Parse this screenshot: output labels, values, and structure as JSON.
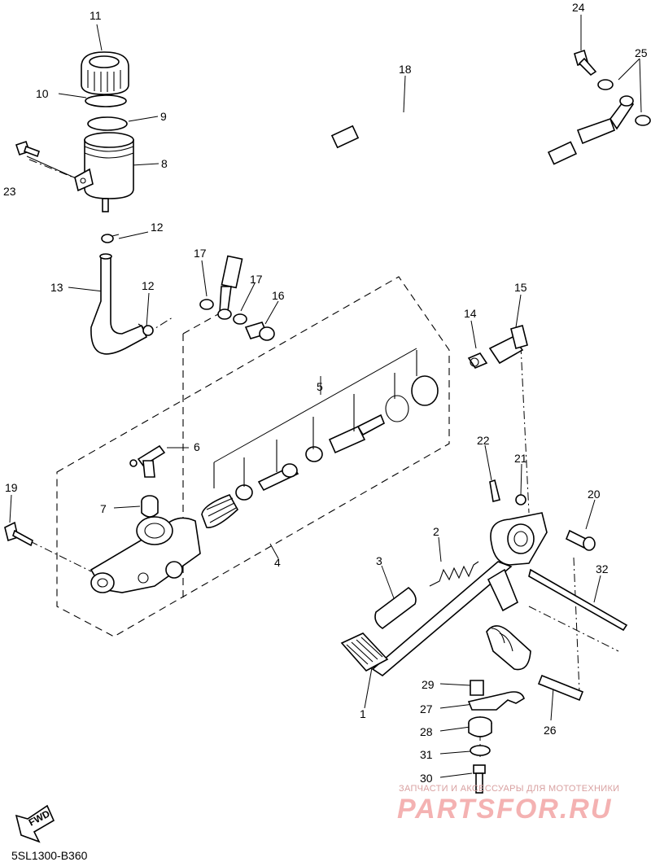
{
  "diagram_code": "5SL1300-B360",
  "fwd_label": "FWD",
  "watermark": {
    "tagline": "ЗАПЧАСТИ И АКСЕССУАРЫ ДЛЯ МОТОТЕХНИКИ",
    "logo": "PARTSFOR.RU"
  },
  "callouts": [
    {
      "id": "c11",
      "label": "11"
    },
    {
      "id": "c10",
      "label": "10"
    },
    {
      "id": "c9",
      "label": "9"
    },
    {
      "id": "c8",
      "label": "8"
    },
    {
      "id": "c23",
      "label": "23"
    },
    {
      "id": "c12a",
      "label": "12"
    },
    {
      "id": "c13",
      "label": "13"
    },
    {
      "id": "c12b",
      "label": "12"
    },
    {
      "id": "c18",
      "label": "18"
    },
    {
      "id": "c24",
      "label": "24"
    },
    {
      "id": "c25",
      "label": "25"
    },
    {
      "id": "c17a",
      "label": "17"
    },
    {
      "id": "c17b",
      "label": "17"
    },
    {
      "id": "c16",
      "label": "16"
    },
    {
      "id": "c5",
      "label": "5"
    },
    {
      "id": "c6",
      "label": "6"
    },
    {
      "id": "c7",
      "label": "7"
    },
    {
      "id": "c19",
      "label": "19"
    },
    {
      "id": "c4",
      "label": "4"
    },
    {
      "id": "c14",
      "label": "14"
    },
    {
      "id": "c15",
      "label": "15"
    },
    {
      "id": "c22",
      "label": "22"
    },
    {
      "id": "c21",
      "label": "21"
    },
    {
      "id": "c20",
      "label": "20"
    },
    {
      "id": "c2",
      "label": "2"
    },
    {
      "id": "c3",
      "label": "3"
    },
    {
      "id": "c32",
      "label": "32"
    },
    {
      "id": "c29",
      "label": "29"
    },
    {
      "id": "c27",
      "label": "27"
    },
    {
      "id": "c28",
      "label": "28"
    },
    {
      "id": "c31",
      "label": "31"
    },
    {
      "id": "c30",
      "label": "30"
    },
    {
      "id": "c1",
      "label": "1"
    },
    {
      "id": "c26",
      "label": "26"
    }
  ]
}
